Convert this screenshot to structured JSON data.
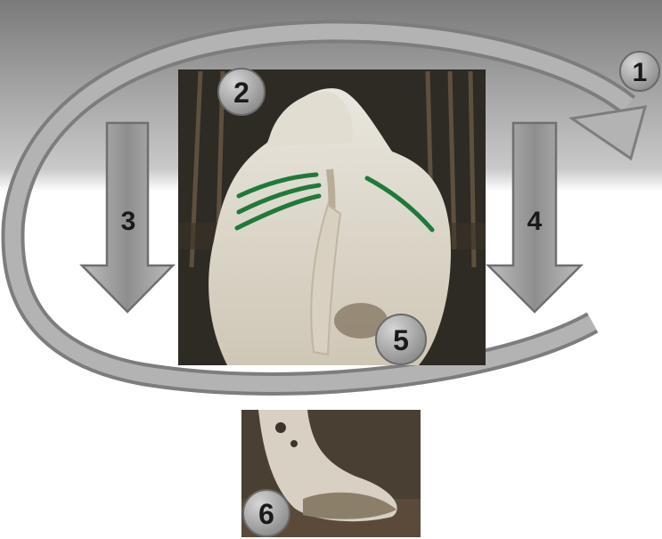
{
  "diagram": {
    "labels": [
      "1",
      "2",
      "3",
      "4",
      "5",
      "6"
    ],
    "photos": [
      "cow-rear-view-photo",
      "cow-hoof-closeup-photo"
    ],
    "colors": {
      "background_top": "#8f8f8f",
      "background_bottom": "#ffffff",
      "arrow_fill": "#9a9a9a",
      "arrow_stroke": "#6f6f6f",
      "badge_fill": "#9c9c9c",
      "number": "#1a1a1a",
      "marking_green": "#1f7a3a"
    }
  }
}
